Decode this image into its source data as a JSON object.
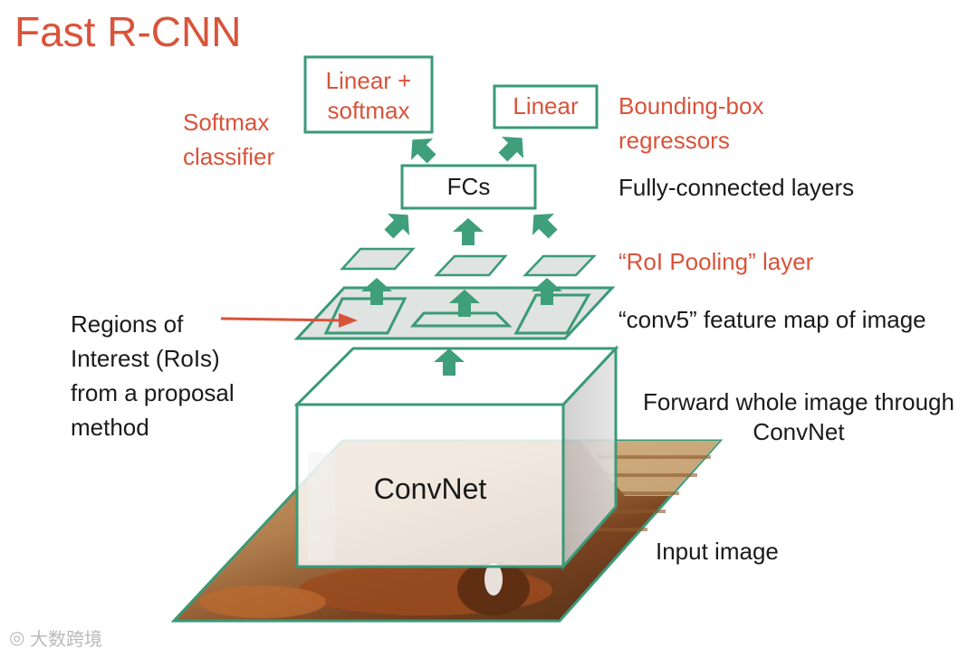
{
  "title": "Fast R-CNN",
  "boxes": {
    "linear_softmax": "Linear +\nsoftmax",
    "linear": "Linear",
    "fcs": "FCs",
    "convnet": "ConvNet"
  },
  "labels": {
    "softmax_classifier": "Softmax\nclassifier",
    "bbox_regressors": "Bounding-box\nregressors",
    "fully_connected": "Fully-connected layers",
    "roi_pooling": "“RoI Pooling” layer",
    "conv5": "“conv5” feature map of image",
    "regions": "Regions of\nInterest (RoIs)\nfrom a proposal\nmethod",
    "forward": "Forward whole image through\nConvNet",
    "input_image": "Input image"
  },
  "watermark": "大数跨境",
  "colors": {
    "accent_green": "#3a9a78",
    "arrow_green": "#3f9e7b",
    "label_red": "#d9533a",
    "plane_fill": "#dfe3e1",
    "text": "#1a1a1a"
  }
}
